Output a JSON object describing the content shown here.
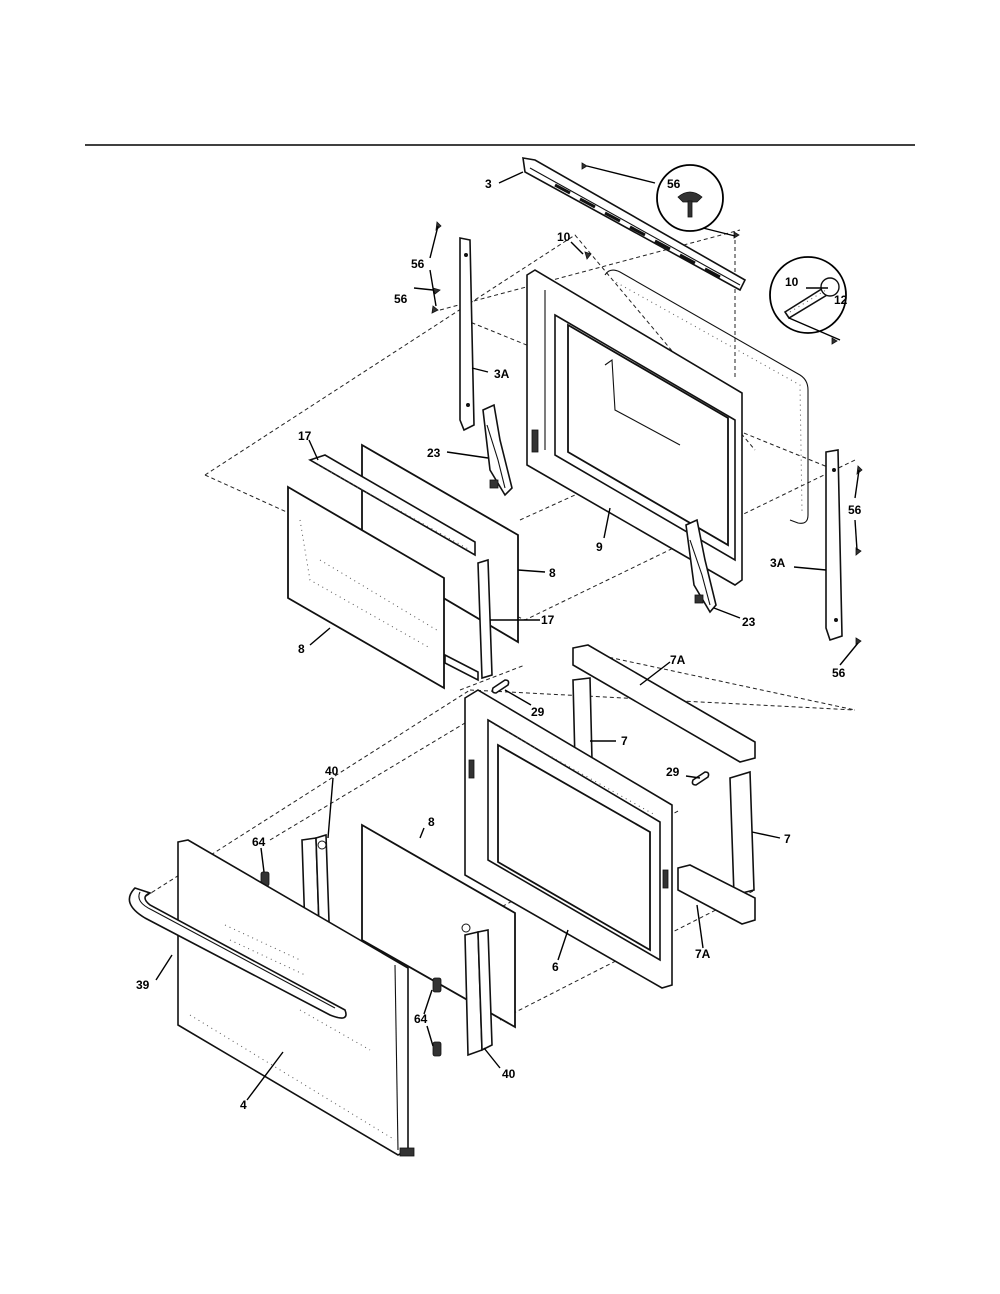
{
  "diagram": {
    "callouts": {
      "c_3": "3",
      "c_56_zoom": "56",
      "c_10_top": "10",
      "c_10_zoom": "10",
      "c_56_left": "56",
      "c_3A_left": "3A",
      "c_56_mid": "56",
      "c_12": "12",
      "c_17_top": "17",
      "c_23_left": "23",
      "c_56_right": "56",
      "c_9": "9",
      "c_3A_right": "3A",
      "c_8_right": "8",
      "c_23_right": "23",
      "c_17_bottom": "17",
      "c_8_left": "8",
      "c_56_bottom": "56",
      "c_7A_top": "7A",
      "c_29_left": "29",
      "c_7_top": "7",
      "c_29_right": "29",
      "c_40_top": "40",
      "c_8_mid": "8",
      "c_64_top": "64",
      "c_7_right": "7",
      "c_39": "39",
      "c_6": "6",
      "c_7A_bottom": "7A",
      "c_64_bottom": "64",
      "c_40_bottom": "40",
      "c_4": "4"
    }
  }
}
